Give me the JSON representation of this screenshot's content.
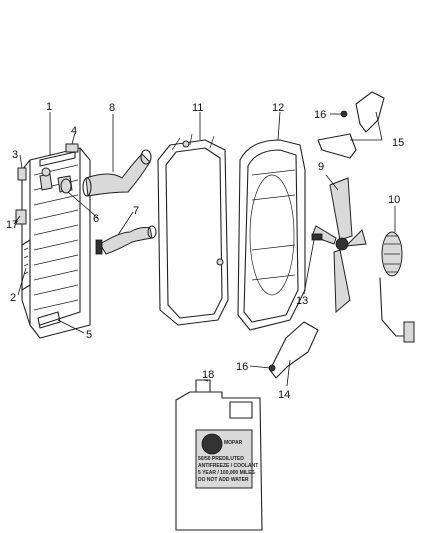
{
  "callouts": {
    "c1": "1",
    "c2": "2",
    "c3": "3",
    "c4": "4",
    "c5": "5",
    "c6": "6",
    "c7": "7",
    "c8": "8",
    "c9": "9",
    "c10": "10",
    "c11": "11",
    "c12": "12",
    "c13": "13",
    "c14": "14",
    "c15": "15",
    "c16a": "16",
    "c16b": "16",
    "c17": "17",
    "c18": "18"
  },
  "coolant_jug": {
    "brand": "MOPAR",
    "line1": "50/50 PREDILUTED",
    "line2": "ANTIFREEZE / COOLANT",
    "line3": "5 YEAR / 100,000 MILES",
    "line4": "DO NOT ADD WATER"
  }
}
